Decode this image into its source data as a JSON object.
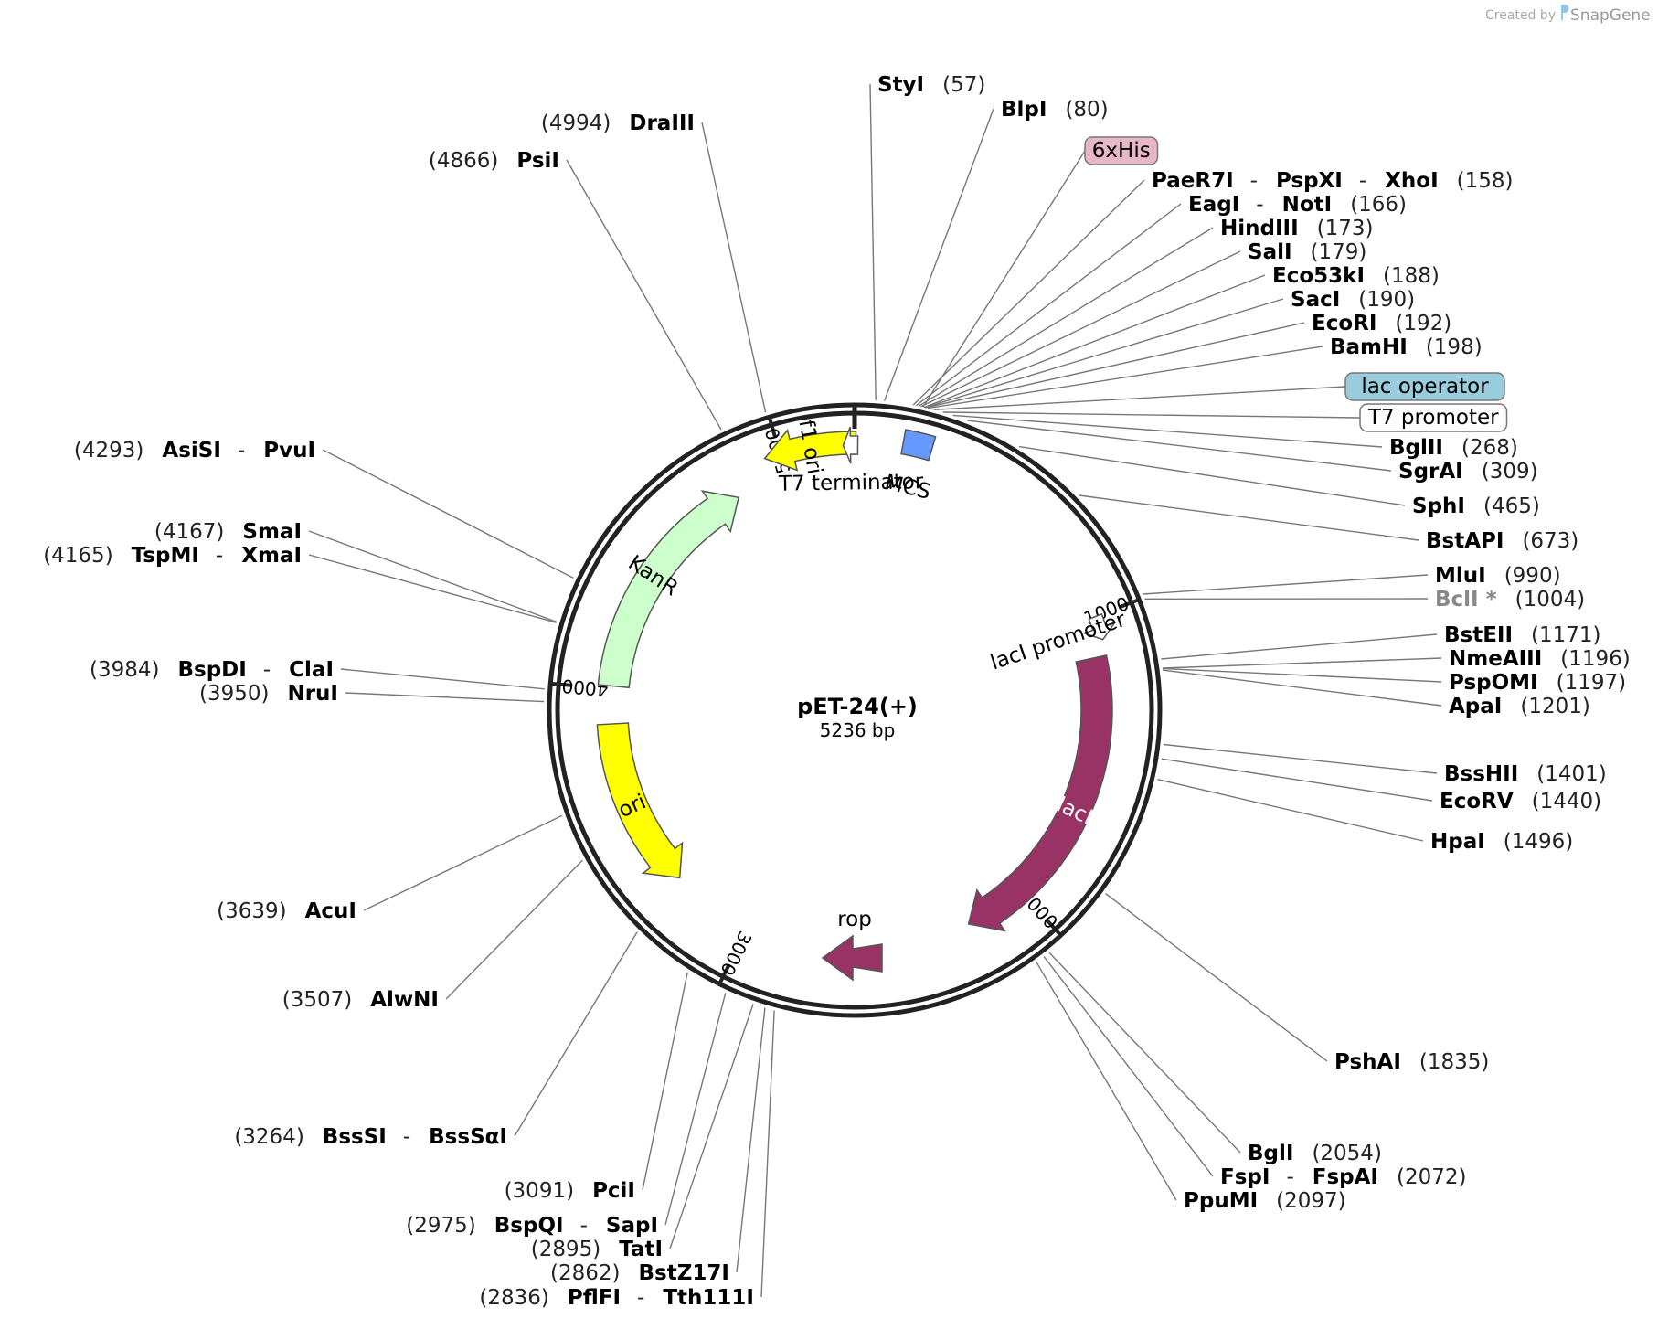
{
  "credit": {
    "prefix": "Created by",
    "brand": "SnapGene"
  },
  "plasmid": {
    "name": "pET-24(+)",
    "size": "5236 bp",
    "length": 5236
  },
  "ticks": [
    {
      "pos": 1000,
      "label": "1000"
    },
    {
      "pos": 2000,
      "label": "2000"
    },
    {
      "pos": 3000,
      "label": "3000"
    },
    {
      "pos": 4000,
      "label": "4000"
    },
    {
      "pos": 5000,
      "label": "5000"
    }
  ],
  "features": [
    {
      "name": "lacI",
      "label": "lacI",
      "start": 1130,
      "end": 2210,
      "strand": "+",
      "color": "#993366"
    },
    {
      "name": "lacI promoter",
      "label": "lacI promoter",
      "start": 1000,
      "end": 1078,
      "strand": "+",
      "color": "#ffffff"
    },
    {
      "name": "rop",
      "label": "rop",
      "start": 2580,
      "end": 2700,
      "strand": "-",
      "color": "#993366"
    },
    {
      "name": "ori",
      "label": "ori",
      "start": 3290,
      "end": 3880,
      "strand": "-",
      "color": "#ffff00"
    },
    {
      "name": "KanR",
      "label": "KanR",
      "start": 4010,
      "end": 4820,
      "strand": "+",
      "color": "#ccffcc"
    },
    {
      "name": "f1 ori",
      "label": "f1 ori",
      "start": 4950,
      "end": 5240,
      "strand": "-",
      "color": "#ffff00"
    },
    {
      "name": "T7 terminator",
      "label": "T7 terminator",
      "start": 5200,
      "end": 5246,
      "strand": "-",
      "color": "#ffffff"
    },
    {
      "name": "MCS",
      "label": "MCS",
      "start": 150,
      "end": 240,
      "strand": "none",
      "color": "#6699ff"
    }
  ],
  "feature_callouts": [
    {
      "name": "6xHis",
      "label": "6xHis",
      "color": "#e8b6c9"
    },
    {
      "name": "lac operator",
      "label": "lac operator",
      "color": "#99ccdd"
    },
    {
      "name": "T7 promoter",
      "label": "T7 promoter",
      "color": "#ffffff"
    }
  ],
  "sites": [
    {
      "parts": [
        {
          "t": "StyI",
          "b": true
        },
        {
          "t": "(57)"
        }
      ],
      "pos": 57,
      "align": "start"
    },
    {
      "parts": [
        {
          "t": "BlpI",
          "b": true
        },
        {
          "t": "(80)"
        }
      ],
      "pos": 80,
      "align": "start"
    },
    {
      "parts": [
        {
          "t": "PaeR7I",
          "b": true
        },
        {
          "t": "-"
        },
        {
          "t": "PspXI",
          "b": true
        },
        {
          "t": "-"
        },
        {
          "t": "XhoI",
          "b": true
        },
        {
          "t": "(158)"
        }
      ],
      "pos": 158,
      "align": "start"
    },
    {
      "parts": [
        {
          "t": "EagI",
          "b": true
        },
        {
          "t": "-"
        },
        {
          "t": "NotI",
          "b": true
        },
        {
          "t": "(166)"
        }
      ],
      "pos": 166,
      "align": "start"
    },
    {
      "parts": [
        {
          "t": "HindIII",
          "b": true
        },
        {
          "t": "(173)"
        }
      ],
      "pos": 173,
      "align": "start"
    },
    {
      "parts": [
        {
          "t": "SalI",
          "b": true
        },
        {
          "t": "(179)"
        }
      ],
      "pos": 179,
      "align": "start"
    },
    {
      "parts": [
        {
          "t": "Eco53kI",
          "b": true
        },
        {
          "t": "(188)"
        }
      ],
      "pos": 188,
      "align": "start"
    },
    {
      "parts": [
        {
          "t": "SacI",
          "b": true
        },
        {
          "t": "(190)"
        }
      ],
      "pos": 190,
      "align": "start"
    },
    {
      "parts": [
        {
          "t": "EcoRI",
          "b": true
        },
        {
          "t": "(192)"
        }
      ],
      "pos": 192,
      "align": "start"
    },
    {
      "parts": [
        {
          "t": "BamHI",
          "b": true
        },
        {
          "t": "(198)"
        }
      ],
      "pos": 198,
      "align": "start"
    },
    {
      "parts": [
        {
          "t": "BglII",
          "b": true
        },
        {
          "t": "(268)"
        }
      ],
      "pos": 268,
      "align": "start"
    },
    {
      "parts": [
        {
          "t": "SgrAI",
          "b": true
        },
        {
          "t": "(309)"
        }
      ],
      "pos": 309,
      "align": "start"
    },
    {
      "parts": [
        {
          "t": "SphI",
          "b": true
        },
        {
          "t": "(465)"
        }
      ],
      "pos": 465,
      "align": "start"
    },
    {
      "parts": [
        {
          "t": "BstAPI",
          "b": true
        },
        {
          "t": "(673)"
        }
      ],
      "pos": 673,
      "align": "start"
    },
    {
      "parts": [
        {
          "t": "MluI",
          "b": true
        },
        {
          "t": "(990)"
        }
      ],
      "pos": 990,
      "align": "start"
    },
    {
      "parts": [
        {
          "t": "BclI *",
          "b": true,
          "gray": true
        },
        {
          "t": "(1004)"
        }
      ],
      "pos": 1004,
      "align": "start"
    },
    {
      "parts": [
        {
          "t": "BstEII",
          "b": true
        },
        {
          "t": "(1171)"
        }
      ],
      "pos": 1171,
      "align": "start"
    },
    {
      "parts": [
        {
          "t": "NmeAIII",
          "b": true
        },
        {
          "t": "(1196)"
        }
      ],
      "pos": 1196,
      "align": "start"
    },
    {
      "parts": [
        {
          "t": "PspOMI",
          "b": true
        },
        {
          "t": "(1197)"
        }
      ],
      "pos": 1197,
      "align": "start"
    },
    {
      "parts": [
        {
          "t": "ApaI",
          "b": true
        },
        {
          "t": "(1201)"
        }
      ],
      "pos": 1201,
      "align": "start"
    },
    {
      "parts": [
        {
          "t": "BssHII",
          "b": true
        },
        {
          "t": "(1401)"
        }
      ],
      "pos": 1401,
      "align": "start"
    },
    {
      "parts": [
        {
          "t": "EcoRV",
          "b": true
        },
        {
          "t": "(1440)"
        }
      ],
      "pos": 1440,
      "align": "start"
    },
    {
      "parts": [
        {
          "t": "HpaI",
          "b": true
        },
        {
          "t": "(1496)"
        }
      ],
      "pos": 1496,
      "align": "start"
    },
    {
      "parts": [
        {
          "t": "PshAI",
          "b": true
        },
        {
          "t": "(1835)"
        }
      ],
      "pos": 1835,
      "align": "start"
    },
    {
      "parts": [
        {
          "t": "BglI",
          "b": true
        },
        {
          "t": "(2054)"
        }
      ],
      "pos": 2054,
      "align": "start"
    },
    {
      "parts": [
        {
          "t": "FspI",
          "b": true
        },
        {
          "t": "-"
        },
        {
          "t": "FspAI",
          "b": true
        },
        {
          "t": "(2072)"
        }
      ],
      "pos": 2072,
      "align": "start"
    },
    {
      "parts": [
        {
          "t": "PpuMI",
          "b": true
        },
        {
          "t": "(2097)"
        }
      ],
      "pos": 2097,
      "align": "start"
    },
    {
      "parts": [
        {
          "t": "(2836)"
        },
        {
          "t": "PflFI",
          "b": true
        },
        {
          "t": "-"
        },
        {
          "t": "Tth111I",
          "b": true
        }
      ],
      "pos": 2836,
      "align": "end"
    },
    {
      "parts": [
        {
          "t": "(2862)"
        },
        {
          "t": "BstZ17I",
          "b": true
        }
      ],
      "pos": 2862,
      "align": "end"
    },
    {
      "parts": [
        {
          "t": "(2895)"
        },
        {
          "t": "TatI",
          "b": true
        }
      ],
      "pos": 2895,
      "align": "end"
    },
    {
      "parts": [
        {
          "t": "(2975)"
        },
        {
          "t": "BspQI",
          "b": true
        },
        {
          "t": "-"
        },
        {
          "t": "SapI",
          "b": true
        }
      ],
      "pos": 2975,
      "align": "end"
    },
    {
      "parts": [
        {
          "t": "(3091)"
        },
        {
          "t": "PciI",
          "b": true
        }
      ],
      "pos": 3091,
      "align": "end"
    },
    {
      "parts": [
        {
          "t": "(3264)"
        },
        {
          "t": "BssSI",
          "b": true
        },
        {
          "t": "-"
        },
        {
          "t": "BssSαI",
          "b": true
        }
      ],
      "pos": 3264,
      "align": "end"
    },
    {
      "parts": [
        {
          "t": "(3507)"
        },
        {
          "t": "AlwNI",
          "b": true
        }
      ],
      "pos": 3507,
      "align": "end"
    },
    {
      "parts": [
        {
          "t": "(3639)"
        },
        {
          "t": "AcuI",
          "b": true
        }
      ],
      "pos": 3639,
      "align": "end"
    },
    {
      "parts": [
        {
          "t": "(3950)"
        },
        {
          "t": "NruI",
          "b": true
        }
      ],
      "pos": 3950,
      "align": "end"
    },
    {
      "parts": [
        {
          "t": "(3984)"
        },
        {
          "t": "BspDI",
          "b": true
        },
        {
          "t": "-"
        },
        {
          "t": "ClaI",
          "b": true
        }
      ],
      "pos": 3984,
      "align": "end"
    },
    {
      "parts": [
        {
          "t": "(4165)"
        },
        {
          "t": "TspMI",
          "b": true
        },
        {
          "t": "-"
        },
        {
          "t": "XmaI",
          "b": true
        }
      ],
      "pos": 4165,
      "align": "end"
    },
    {
      "parts": [
        {
          "t": "(4167)"
        },
        {
          "t": "SmaI",
          "b": true
        }
      ],
      "pos": 4167,
      "align": "end"
    },
    {
      "parts": [
        {
          "t": "(4293)"
        },
        {
          "t": "AsiSI",
          "b": true
        },
        {
          "t": "-"
        },
        {
          "t": "PvuI",
          "b": true
        }
      ],
      "pos": 4293,
      "align": "end"
    },
    {
      "parts": [
        {
          "t": "(4866)"
        },
        {
          "t": "PsiI",
          "b": true
        }
      ],
      "pos": 4866,
      "align": "end"
    },
    {
      "parts": [
        {
          "t": "(4994)"
        },
        {
          "t": "DraIII",
          "b": true
        }
      ],
      "pos": 4994,
      "align": "end"
    }
  ]
}
